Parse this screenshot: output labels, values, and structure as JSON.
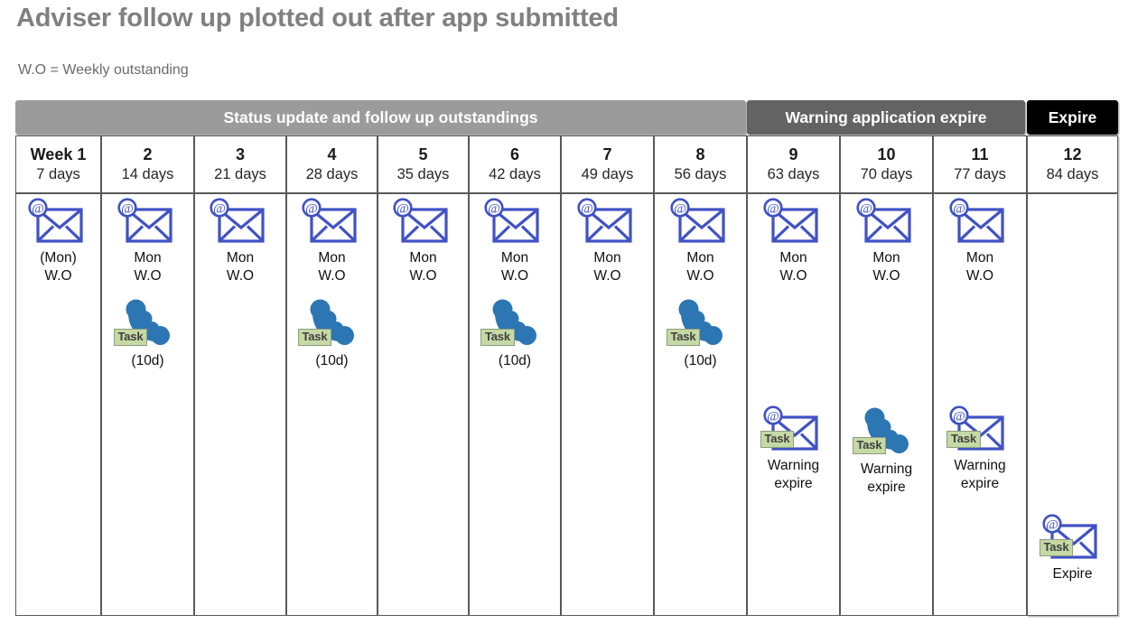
{
  "title": "Adviser follow up plotted out after app submitted",
  "subtitle": "W.O = Weekly outstanding",
  "colors": {
    "title_gray": "#808080",
    "band_status": "#9b9b9b",
    "band_warning": "#636363",
    "band_expire": "#000000",
    "cell_border": "#595959",
    "envelope_blue": "#4052c4",
    "phone_blue": "#2d76b4",
    "task_green": "#c5d9a5"
  },
  "bands": [
    {
      "label": "Status update and follow up outstandings",
      "name": "status"
    },
    {
      "label": "Warning application expire",
      "name": "warning"
    },
    {
      "label": "Expire",
      "name": "expire"
    }
  ],
  "week_headers": [
    {
      "num": "Week 1",
      "days": "7 days"
    },
    {
      "num": "2",
      "days": "14 days"
    },
    {
      "num": "3",
      "days": "21 days"
    },
    {
      "num": "4",
      "days": "28 days"
    },
    {
      "num": "5",
      "days": "35 days"
    },
    {
      "num": "6",
      "days": "42 days"
    },
    {
      "num": "7",
      "days": "49 days"
    },
    {
      "num": "8",
      "days": "56 days"
    },
    {
      "num": "9",
      "days": "63 days"
    },
    {
      "num": "10",
      "days": "70 days"
    },
    {
      "num": "11",
      "days": "77 days"
    },
    {
      "num": "12",
      "days": "84 days"
    }
  ],
  "columns": [
    {
      "week": "1",
      "items": [
        {
          "icon": "email-icon",
          "task": false,
          "caption": "(Mon)\nW.O",
          "slot": "top"
        }
      ]
    },
    {
      "week": "2",
      "items": [
        {
          "icon": "email-icon",
          "task": false,
          "caption": "Mon\nW.O",
          "slot": "top"
        },
        {
          "icon": "phone-icon",
          "task": true,
          "task_label": "Task",
          "caption": "(10d)",
          "slot": "mid"
        }
      ]
    },
    {
      "week": "3",
      "items": [
        {
          "icon": "email-icon",
          "task": false,
          "caption": "Mon\nW.O",
          "slot": "top"
        }
      ]
    },
    {
      "week": "4",
      "items": [
        {
          "icon": "email-icon",
          "task": false,
          "caption": "Mon\nW.O",
          "slot": "top"
        },
        {
          "icon": "phone-icon",
          "task": true,
          "task_label": "Task",
          "caption": "(10d)",
          "slot": "mid"
        }
      ]
    },
    {
      "week": "5",
      "items": [
        {
          "icon": "email-icon",
          "task": false,
          "caption": "Mon\nW.O",
          "slot": "top"
        }
      ]
    },
    {
      "week": "6",
      "items": [
        {
          "icon": "email-icon",
          "task": false,
          "caption": "Mon\nW.O",
          "slot": "top"
        },
        {
          "icon": "phone-icon",
          "task": true,
          "task_label": "Task",
          "caption": "(10d)",
          "slot": "mid"
        }
      ]
    },
    {
      "week": "7",
      "items": [
        {
          "icon": "email-icon",
          "task": false,
          "caption": "Mon\nW.O",
          "slot": "top"
        }
      ]
    },
    {
      "week": "8",
      "items": [
        {
          "icon": "email-icon",
          "task": false,
          "caption": "Mon\nW.O",
          "slot": "top"
        },
        {
          "icon": "phone-icon",
          "task": true,
          "task_label": "Task",
          "caption": "(10d)",
          "slot": "mid"
        }
      ]
    },
    {
      "week": "9",
      "items": [
        {
          "icon": "email-icon",
          "task": false,
          "caption": "Mon\nW.O",
          "slot": "top"
        },
        {
          "icon": "email-icon",
          "task": true,
          "task_label": "Task",
          "caption": "Warning\nexpire",
          "slot": "low"
        }
      ]
    },
    {
      "week": "10",
      "items": [
        {
          "icon": "email-icon",
          "task": false,
          "caption": "Mon\nW.O",
          "slot": "top"
        },
        {
          "icon": "phone-icon",
          "task": true,
          "task_label": "Task",
          "caption": "Warning\nexpire",
          "slot": "low"
        }
      ]
    },
    {
      "week": "11",
      "items": [
        {
          "icon": "email-icon",
          "task": false,
          "caption": "Mon\nW.O",
          "slot": "top"
        },
        {
          "icon": "email-icon",
          "task": true,
          "task_label": "Task",
          "caption": "Warning\nexpire",
          "slot": "low"
        }
      ]
    },
    {
      "week": "12",
      "items": [
        {
          "icon": "email-icon",
          "task": true,
          "task_label": "Task",
          "caption": "Expire",
          "slot": "bottom"
        }
      ]
    }
  ]
}
